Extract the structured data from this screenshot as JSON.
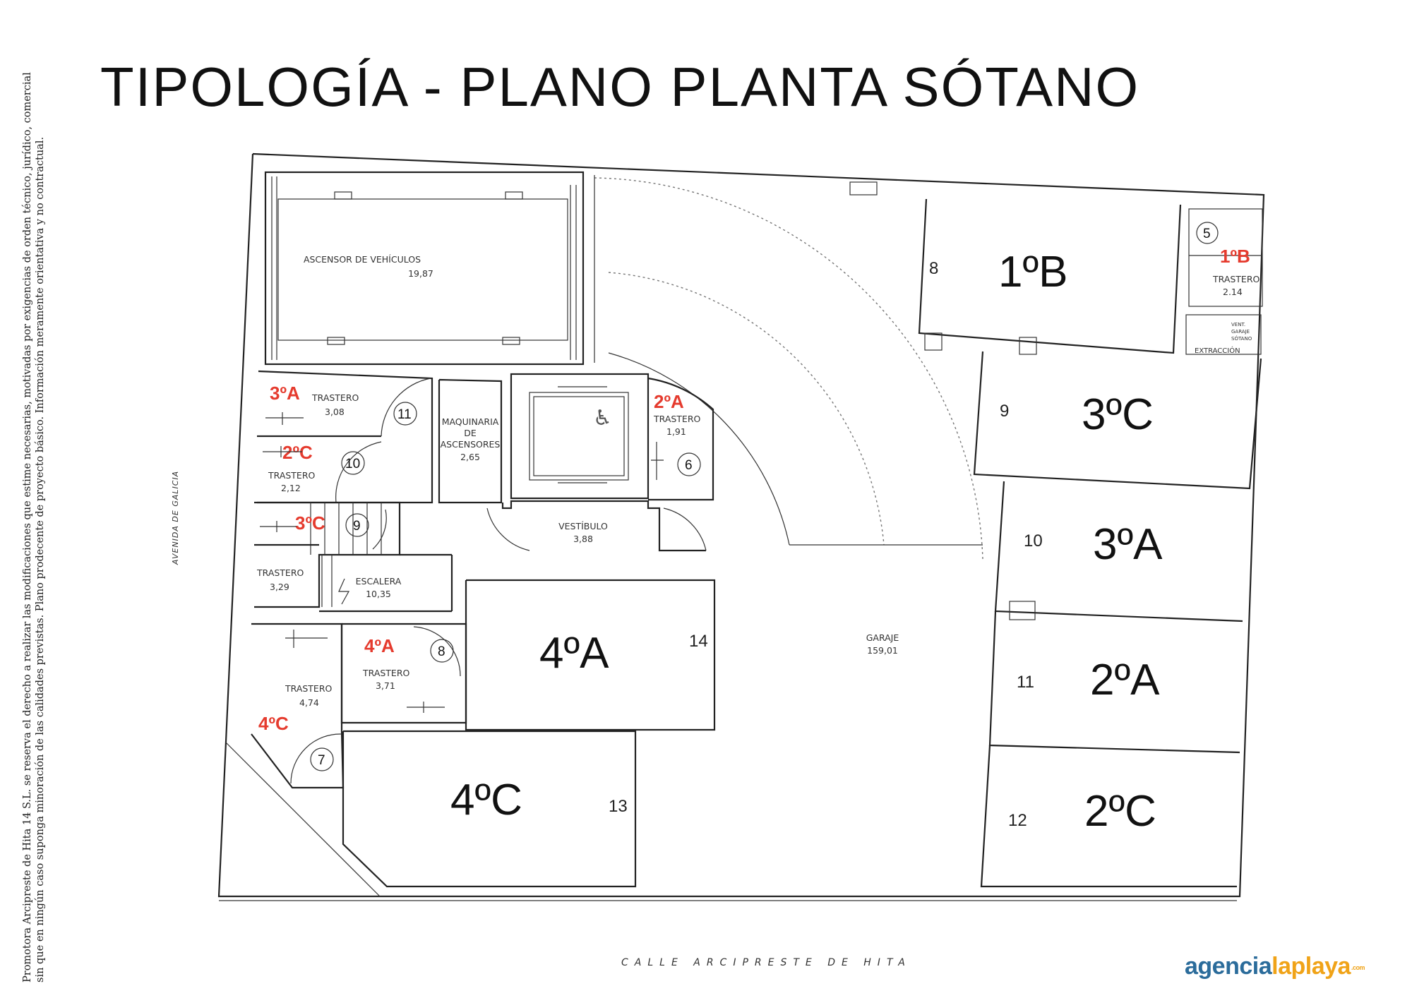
{
  "title": "TIPOLOGÍA - PLANO PLANTA SÓTANO",
  "disclaimer": [
    "Promotora Arcipreste de Hita 14 S.L. se reserva el derecho a realizar las modificaciones que estime necesarias, motivadas por exigencias de orden técnico, jurídico, comercial",
    "sin que en ningún caso suponga minoración de las calidades previstas. Plano prodecente de proyecto básico. Información meramente orientativa y no contractual."
  ],
  "street_bottom": "CALLE ARCIPRESTE DE HITA",
  "street_side": "AVENIDA DE GALICIA",
  "logo": {
    "part1": "agencia",
    "part2": "laplaya",
    "suffix": ".com",
    "color1": "#2b6c9b",
    "color2": "#f0a318"
  },
  "accent_color": "#e53b2e",
  "rooms": {
    "vehicle_lift": {
      "name": "ASCENSOR DE VEHÍCULOS",
      "area": "19,87"
    },
    "machinery": {
      "line1": "MAQUINARIA",
      "line2": "DE",
      "line3": "ASCENSORES",
      "area": "2,65"
    },
    "vestibule": {
      "name": "VESTÍBULO",
      "area": "3,88"
    },
    "stairs": {
      "name": "ESCALERA",
      "area": "10,35"
    },
    "garage": {
      "name": "GARAJE",
      "area": "159,01"
    },
    "extraction": "EXTRACCIÓN",
    "vent": {
      "line1": "VENT.",
      "line2": "GARAJE",
      "line3": "SÓTANO"
    }
  },
  "parking_spaces": [
    {
      "number": "8",
      "unit": "1ºB"
    },
    {
      "number": "9",
      "unit": "3ºC"
    },
    {
      "number": "10",
      "unit": "3ºA"
    },
    {
      "number": "11",
      "unit": "2ºA"
    },
    {
      "number": "12",
      "unit": "2ºC"
    },
    {
      "number": "13",
      "unit": "4ºC"
    },
    {
      "number": "14",
      "unit": "4ºA"
    }
  ],
  "storage_rooms": [
    {
      "number": "5",
      "unit": "1ºB",
      "label": "TRASTERO",
      "area": "2.14"
    },
    {
      "number": "6",
      "unit": "2ºA",
      "label": "TRASTERO",
      "area": "1,91"
    },
    {
      "number": "7",
      "unit": "4ºC",
      "label": "TRASTERO",
      "area": "4,74"
    },
    {
      "number": "8",
      "unit": "4ºA",
      "label": "TRASTERO",
      "area": "3,71"
    },
    {
      "number": "9",
      "unit": "3ºC",
      "label": "TRASTERO",
      "area": "3,29"
    },
    {
      "number": "10",
      "unit": "2ºC",
      "label": "TRASTERO",
      "area": "2,12"
    },
    {
      "number": "11",
      "unit": "3ºA",
      "label": "TRASTERO",
      "area": "3,08"
    }
  ]
}
